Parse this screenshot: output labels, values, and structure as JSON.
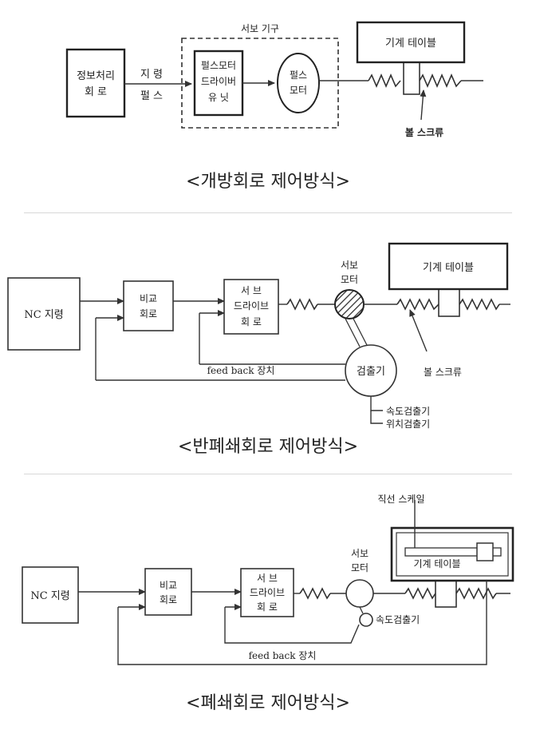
{
  "open_loop": {
    "caption": "<개방회로 제어방식>",
    "info_processing": [
      "정보처리",
      "회  로"
    ],
    "command_pulse": [
      "지  령",
      "펄  스"
    ],
    "servo_mechanism": "서보 기구",
    "pulse_motor_driver": [
      "펄스모터",
      "드라이버",
      "유  닛"
    ],
    "pulse_motor": [
      "펄스",
      "모터"
    ],
    "machine_table": "기계 테이블",
    "ball_screw": "볼 스크류"
  },
  "semi_closed_loop": {
    "caption": "<반폐쇄회로 제어방식>",
    "nc_command": "NC 지령",
    "comparator": [
      "비교",
      "회로"
    ],
    "servo_drive": [
      "서   브",
      "드라이브",
      "회   로"
    ],
    "servo_motor": [
      "서보",
      "모터"
    ],
    "machine_table": "기계 테이블",
    "detector": "검출기",
    "feedback": "feed back 장치",
    "ball_screw": "볼 스크류",
    "speed_detector": "속도검출기",
    "position_detector": "위치검출기"
  },
  "closed_loop": {
    "caption": "<폐쇄회로 제어방식>",
    "nc_command": "NC 지령",
    "comparator": [
      "비교",
      "회로"
    ],
    "servo_drive": [
      "서   브",
      "드라이브",
      "회   로"
    ],
    "servo_motor": [
      "서보",
      "모터"
    ],
    "linear_scale": "직선 스케일",
    "machine_table": "기계 테이블",
    "speed_detector": "속도검출기",
    "feedback": "feed back 장치"
  }
}
